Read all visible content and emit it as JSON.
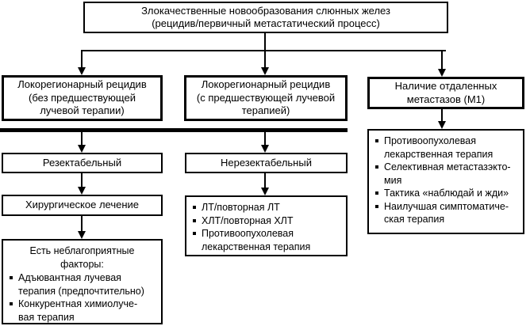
{
  "diagram": {
    "title_hidden": "Алгоритм лечения злокачественных новообразований слюнных желез",
    "colors": {
      "line": "#000000",
      "background": "#ffffff",
      "text": "#000000"
    },
    "nodes": {
      "root": {
        "label": "Злокачественные новообразования слюнных желез\n(рецидив/первичный метастатический процесс)"
      },
      "locoregional_no_prior_rt": {
        "label": "Локорегионарный рецидив\n(без предшествующей\nлучевой терапии)"
      },
      "locoregional_prior_rt": {
        "label": "Локорегионарный рецидив\n(с предшествующей лучевой\nтерапией)"
      },
      "distant_metastases": {
        "label": "Наличие отдаленных\nметастазов (M1)"
      },
      "resectable": {
        "label": "Резектабельный"
      },
      "unresectable": {
        "label": "Нерезектабельный"
      },
      "surgery": {
        "label": "Хирургическое лечение"
      },
      "adverse_factors": {
        "header": "Есть неблагоприятные\nфакторы:",
        "items": [
          "Адъювантная лучевая\nтерапия (предпочтительно)",
          "Конкурентная химиолуче-\nвая терапия"
        ]
      },
      "unresectable_options": {
        "items": [
          "ЛТ/повторная ЛТ",
          "ХЛТ/повторная ХЛТ",
          "Противоопухолевая\nлекарственная терапия"
        ]
      },
      "metastasis_options": {
        "items": [
          "Противоопухолевая\nлекарственная терапия",
          "Селективная метастазэкто-\nмия",
          "Тактика «наблюдай и жди»",
          "Наилучшая симптоматиче-\nская терапия"
        ]
      }
    }
  }
}
